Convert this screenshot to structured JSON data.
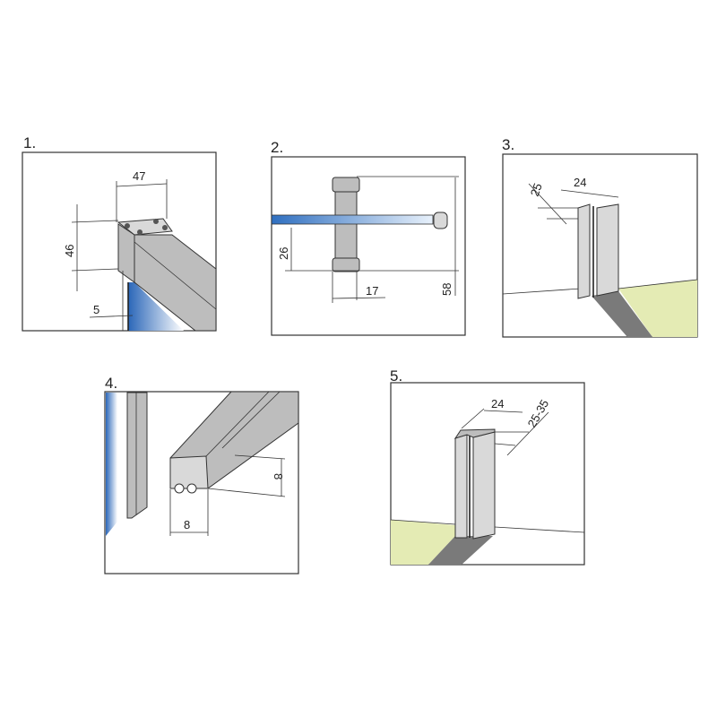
{
  "panels": [
    {
      "label": "1.",
      "dimensions": [
        "47",
        "46",
        "5"
      ]
    },
    {
      "label": "2.",
      "dimensions": [
        "26",
        "17",
        "58"
      ]
    },
    {
      "label": "3.",
      "dimensions": [
        "25",
        "24"
      ]
    },
    {
      "label": "4.",
      "dimensions": [
        "8",
        "8"
      ]
    },
    {
      "label": "5.",
      "dimensions": [
        "24",
        "25-35"
      ]
    }
  ],
  "colors": {
    "glass": "#2f6fc0",
    "floor": "#e4ebb4",
    "metal": "#bdbdbd",
    "strip": "#7a7a7a"
  }
}
